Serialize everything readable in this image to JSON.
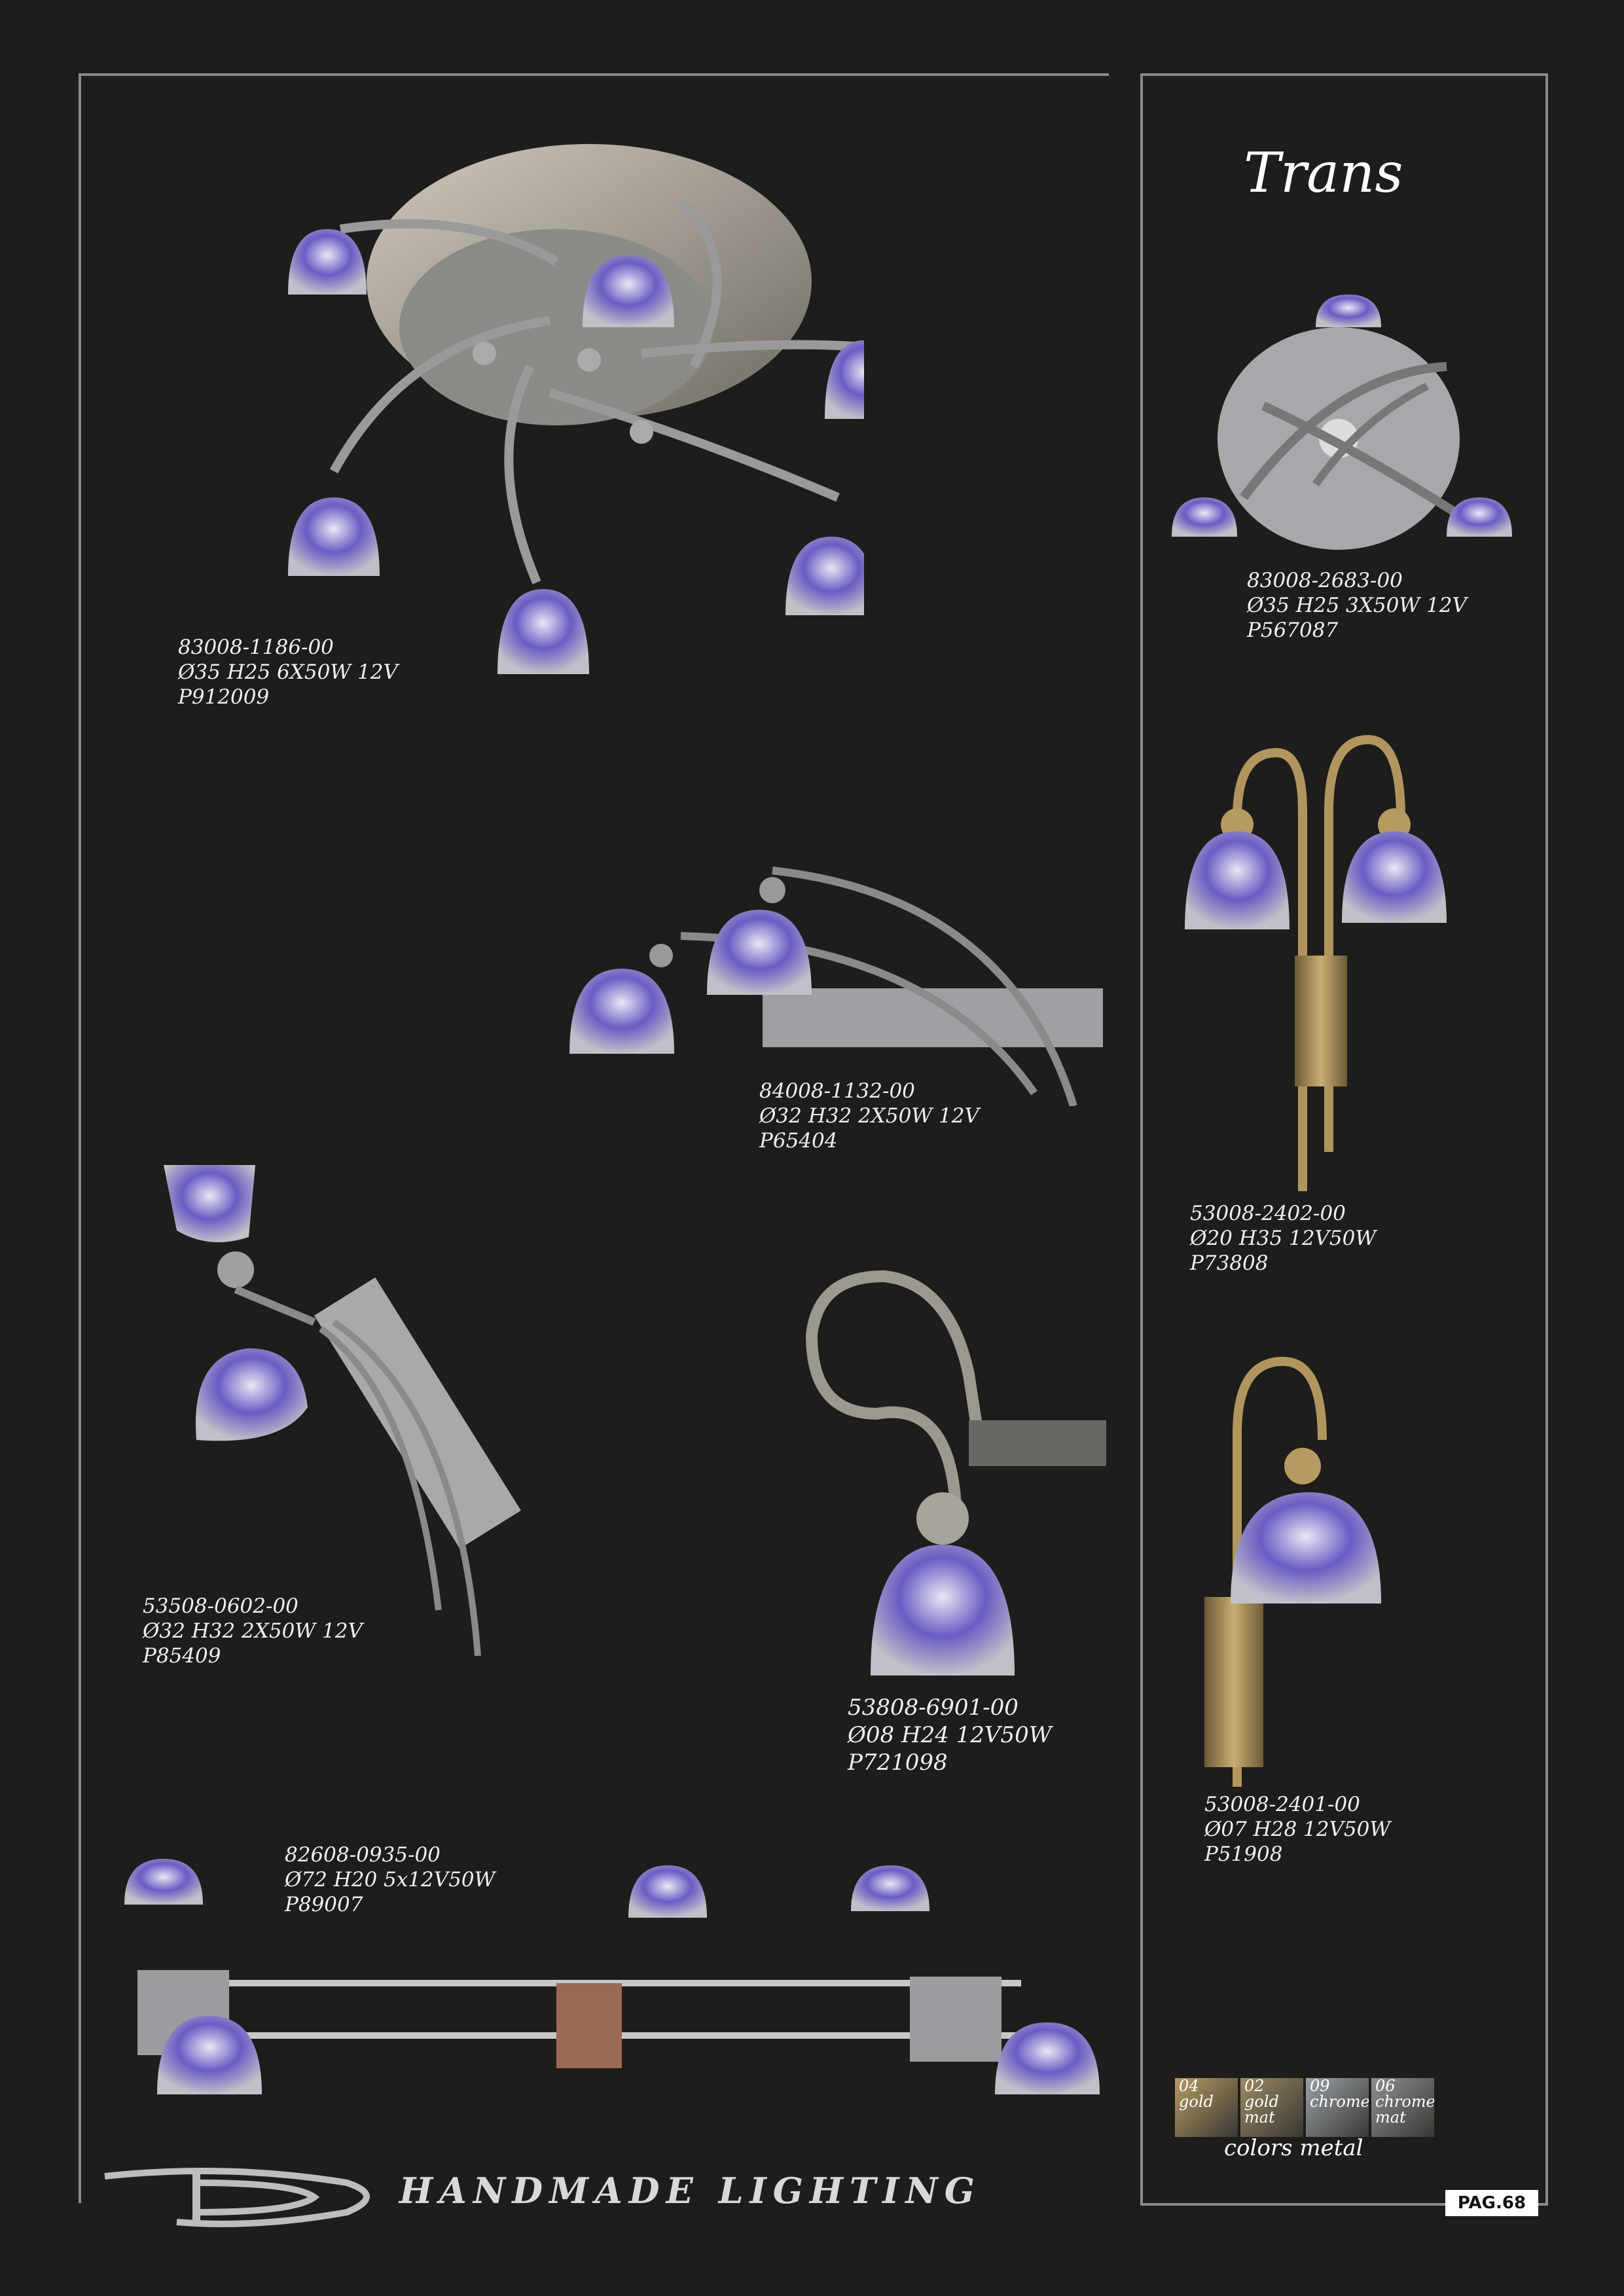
{
  "page": {
    "title": "Trans",
    "brand": "HANDMADE LIGHTING",
    "page_number": "PAG.68"
  },
  "products": [
    {
      "code": "83008-1186-00",
      "spec": "Ø35 H25 6X50W 12V",
      "price": "P912009"
    },
    {
      "code": "83008-2683-00",
      "spec": "Ø35 H25 3X50W 12V",
      "price": "P567087"
    },
    {
      "code": "84008-1132-00",
      "spec": "Ø32 H32 2X50W 12V",
      "price": "P65404"
    },
    {
      "code": "53008-2402-00",
      "spec": "Ø20 H35  12V50W",
      "price": "P73808"
    },
    {
      "code": "53508-0602-00",
      "spec": "Ø32 H32 2X50W 12V",
      "price": "P85409"
    },
    {
      "code": "53808-6901-00",
      "spec": "Ø08 H24  12V50W",
      "price": "P721098"
    },
    {
      "code": "53008-2401-00",
      "spec": "Ø07 H28 12V50W",
      "price": "P51908"
    },
    {
      "code": "82608-0935-00",
      "spec": "Ø72 H20   5x12V50W",
      "price": "P89007"
    }
  ],
  "finishes": {
    "caption": "colors metal",
    "items": [
      {
        "code": "04",
        "name": "gold",
        "color": "#b59a62"
      },
      {
        "code": "02",
        "name": "gold mat",
        "color": "#9c8a63"
      },
      {
        "code": "09",
        "name": "chrome",
        "color": "#9aa0a6"
      },
      {
        "code": "06",
        "name": "chrome mat",
        "color": "#8c8f92"
      }
    ]
  }
}
